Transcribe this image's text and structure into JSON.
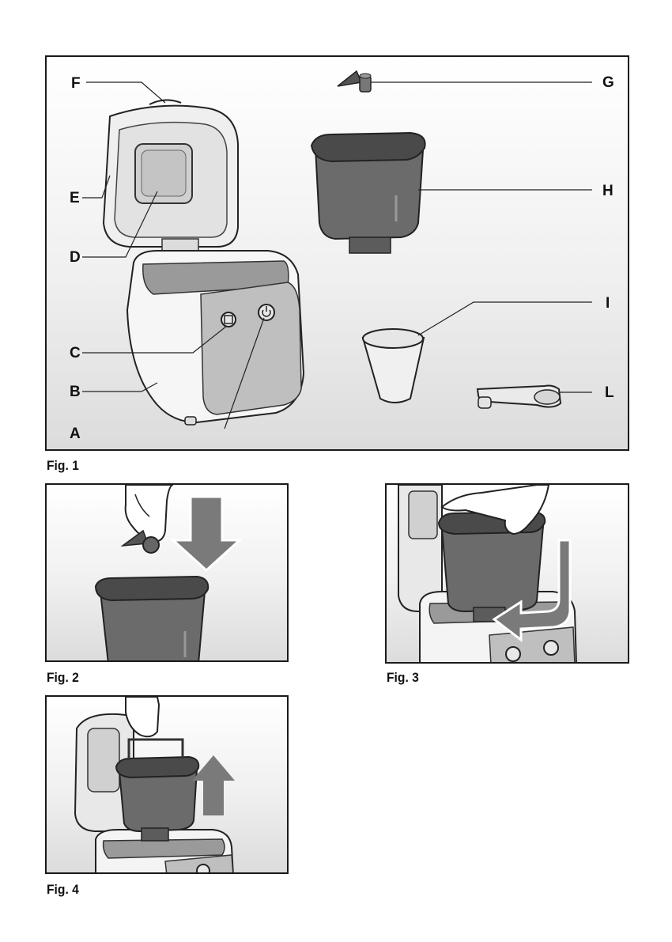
{
  "figures": {
    "fig1": {
      "caption": "Fig. 1",
      "labels": {
        "A": "A",
        "B": "B",
        "C": "C",
        "D": "D",
        "E": "E",
        "F": "F",
        "G": "G",
        "H": "H",
        "I": "I",
        "L": "L"
      }
    },
    "fig2": {
      "caption": "Fig. 2"
    },
    "fig3": {
      "caption": "Fig. 3"
    },
    "fig4": {
      "caption": "Fig. 4"
    }
  },
  "colors": {
    "frame": "#1a1a1a",
    "pan": "#6b6b6b",
    "pan_top": "#4a4a4a",
    "machine": "#f4f4f4",
    "panel_grey": "#bdbdbd",
    "arrow": "#7a7a7a"
  }
}
